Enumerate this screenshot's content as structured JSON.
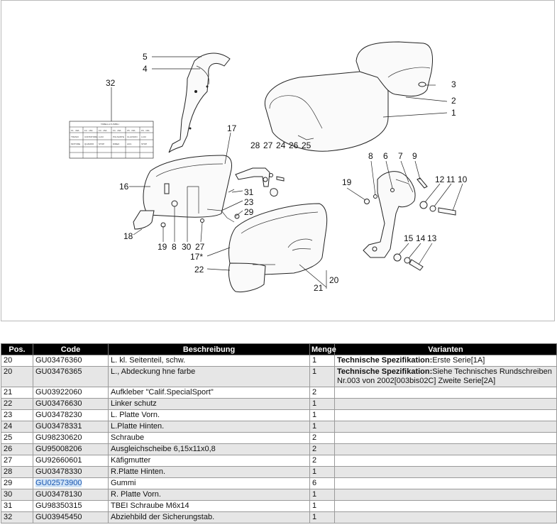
{
  "diagram": {
    "callouts": [
      "5",
      "4",
      "32",
      "17",
      "28",
      "27",
      "24",
      "26",
      "25",
      "3",
      "2",
      "1",
      "16",
      "31",
      "23",
      "29",
      "18",
      "19",
      "8",
      "30",
      "27",
      "17*",
      "22",
      "21",
      "20",
      "8",
      "6",
      "7",
      "9",
      "19",
      "12",
      "11",
      "10",
      "15",
      "14",
      "13"
    ],
    "fuse_table": {
      "title": "TABELLA FUSIBILI",
      "cells": [
        "F1 · 30A",
        "F2 · 15A",
        "F3 · 15A",
        "F4 · 15A",
        "F5 · 15A",
        "F6 · 15A",
        "TRASCI",
        "CONTATORE",
        "LUCI",
        "PULSANTE",
        "CLACSON",
        "LUCI",
        "MOTORE",
        "QUADRO",
        "STOP",
        "DIREZ.",
        "ACC.",
        "STOP"
      ]
    }
  },
  "table": {
    "headers": [
      "Pos.",
      "Code",
      "Beschreibung",
      "Menge",
      "Varianten"
    ],
    "rows": [
      {
        "pos": "20",
        "code": "GU03476360",
        "desc": "L. kl. Seitenteil, schw.",
        "qty": "1",
        "var_label": "Technische Spezifikation:",
        "var_text": "Erste Serie[1A]"
      },
      {
        "pos": "20",
        "code": "GU03476365",
        "desc": "L., Abdeckung hne farbe",
        "qty": "1",
        "var_label": "Technische Spezifikation:",
        "var_text": "Siehe Technisches Rundschreiben Nr.003 von 2002[003bis02C] Zweite Serie[2A]"
      },
      {
        "pos": "21",
        "code": "GU03922060",
        "desc": "Aufkleber \"Calif.SpecialSport\"",
        "qty": "2",
        "var_label": "",
        "var_text": ""
      },
      {
        "pos": "22",
        "code": "GU03476630",
        "desc": "Linker schutz",
        "qty": "1",
        "var_label": "",
        "var_text": ""
      },
      {
        "pos": "23",
        "code": "GU03478230",
        "desc": "L. Platte Vorn.",
        "qty": "1",
        "var_label": "",
        "var_text": ""
      },
      {
        "pos": "24",
        "code": "GU03478331",
        "desc": "L.Platte Hinten.",
        "qty": "1",
        "var_label": "",
        "var_text": ""
      },
      {
        "pos": "25",
        "code": "GU98230620",
        "desc": "Schraube",
        "qty": "2",
        "var_label": "",
        "var_text": ""
      },
      {
        "pos": "26",
        "code": "GU95008206",
        "desc": "Ausgleichscheibe 6,15x11x0,8",
        "qty": "2",
        "var_label": "",
        "var_text": ""
      },
      {
        "pos": "27",
        "code": "GU92660601",
        "desc": "Käfigmutter",
        "qty": "2",
        "var_label": "",
        "var_text": ""
      },
      {
        "pos": "28",
        "code": "GU03478330",
        "desc": "R.Platte Hinten.",
        "qty": "1",
        "var_label": "",
        "var_text": ""
      },
      {
        "pos": "29",
        "code": "GU02573900",
        "desc": "Gummi",
        "qty": "6",
        "var_label": "",
        "var_text": ""
      },
      {
        "pos": "30",
        "code": "GU03478130",
        "desc": "R. Platte Vorn.",
        "qty": "1",
        "var_label": "",
        "var_text": ""
      },
      {
        "pos": "31",
        "code": "GU98350315",
        "desc": "TBEI Schraube M6x14",
        "qty": "1",
        "var_label": "",
        "var_text": ""
      },
      {
        "pos": "32",
        "code": "GU03945450",
        "desc": "Abziehbild der Sicherungstab.",
        "qty": "1",
        "var_label": "",
        "var_text": ""
      }
    ],
    "selected_row": 10
  }
}
